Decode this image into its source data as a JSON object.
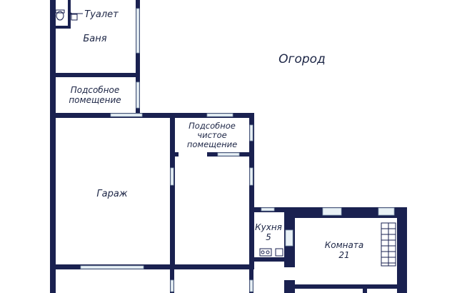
{
  "floorplan": {
    "labels": {
      "garden": "Огород",
      "toilet": "Туалет",
      "bathhouse": "Баня",
      "utility_room_line1": "Подсобное",
      "utility_room_line2": "помещение",
      "clean_utility_line1": "Подсобное",
      "clean_utility_line2": "чистое",
      "clean_utility_line3": "помещение",
      "garage": "Гараж",
      "kitchen": "Кухня",
      "kitchen_number": "5",
      "room": "Комната",
      "room_number": "21"
    },
    "colors": {
      "wall": "#1a2150",
      "text": "#1c2545",
      "window": "#e9f1f6",
      "background": "#ffffff"
    }
  }
}
